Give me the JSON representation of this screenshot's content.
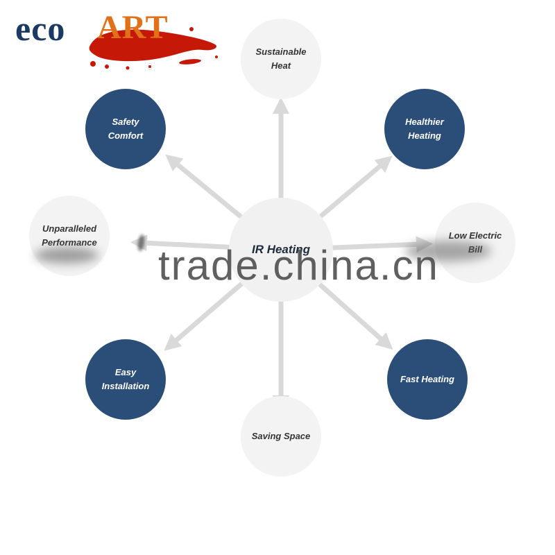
{
  "logo": {
    "eco": "eco",
    "art": "ART"
  },
  "center": {
    "label": "IR Heating"
  },
  "nodes": [
    {
      "label": "Sustainable Heat",
      "type": "light",
      "position": "top"
    },
    {
      "label": "Healthier Heating",
      "type": "dark",
      "position": "top-right"
    },
    {
      "label": "Low Electric Bill",
      "type": "light",
      "position": "right"
    },
    {
      "label": "Fast Heating",
      "type": "dark",
      "position": "bottom-right"
    },
    {
      "label": "Saving Space",
      "type": "light",
      "position": "bottom"
    },
    {
      "label": "Easy Installation",
      "type": "dark",
      "position": "bottom-left"
    },
    {
      "label": "Unparalleled Performance",
      "type": "light",
      "position": "left"
    },
    {
      "label": "Safety Comfort",
      "type": "dark",
      "position": "top-left"
    }
  ],
  "watermark": {
    "text": "trade.china.cn"
  },
  "colors": {
    "dark_circle": "#2b4e78",
    "light_circle": "#f3f3f3",
    "arrow": "#d9d9d9",
    "watermark": "#4f4f4f",
    "logo_eco": "#1a3a63",
    "logo_art": "#e07019",
    "logo_splash": "#c51807"
  }
}
